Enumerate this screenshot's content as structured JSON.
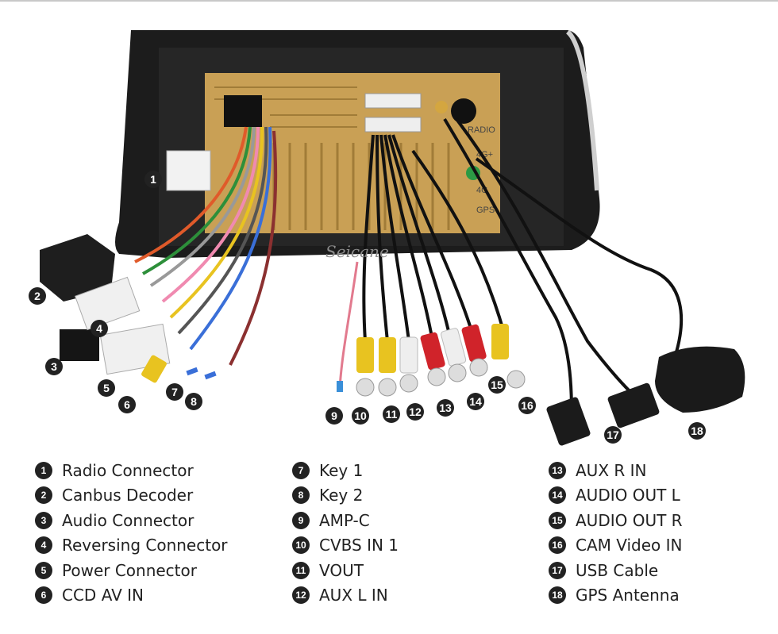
{
  "brand": "Seicane",
  "unit_labels": {
    "radio": "RADIO",
    "fourg_plus": "4G+",
    "fourg": "4G",
    "gps": "GPS"
  },
  "callouts": [
    "1",
    "2",
    "3",
    "4",
    "5",
    "6",
    "7",
    "8",
    "9",
    "10",
    "11",
    "12",
    "13",
    "14",
    "15",
    "16",
    "17",
    "18"
  ],
  "legend": [
    [
      {
        "num": "1",
        "label": "Radio Connector"
      },
      {
        "num": "2",
        "label": "Canbus Decoder"
      },
      {
        "num": "3",
        "label": "Audio Connector"
      },
      {
        "num": "4",
        "label": "Reversing Connector"
      },
      {
        "num": "5",
        "label": "Power Connector"
      },
      {
        "num": "6",
        "label": "CCD AV IN"
      }
    ],
    [
      {
        "num": "7",
        "label": "Key 1"
      },
      {
        "num": "8",
        "label": "Key 2"
      },
      {
        "num": "9",
        "label": "AMP-C"
      },
      {
        "num": "10",
        "label": "CVBS IN 1"
      },
      {
        "num": "11",
        "label": "VOUT"
      },
      {
        "num": "12",
        "label": "AUX L IN"
      }
    ],
    [
      {
        "num": "13",
        "label": "AUX R IN"
      },
      {
        "num": "14",
        "label": "AUDIO OUT L"
      },
      {
        "num": "15",
        "label": "AUDIO OUT R"
      },
      {
        "num": "16",
        "label": "CAM Video IN"
      },
      {
        "num": "17",
        "label": "USB Cable"
      },
      {
        "num": "18",
        "label": "GPS Antenna"
      }
    ]
  ],
  "colors": {
    "frame": "#1c1c1c",
    "board": "#c9a055",
    "rca_yellow": "#e8c320",
    "rca_red": "#d0232a",
    "rca_white": "#eeeeee",
    "badge": "#222222"
  }
}
